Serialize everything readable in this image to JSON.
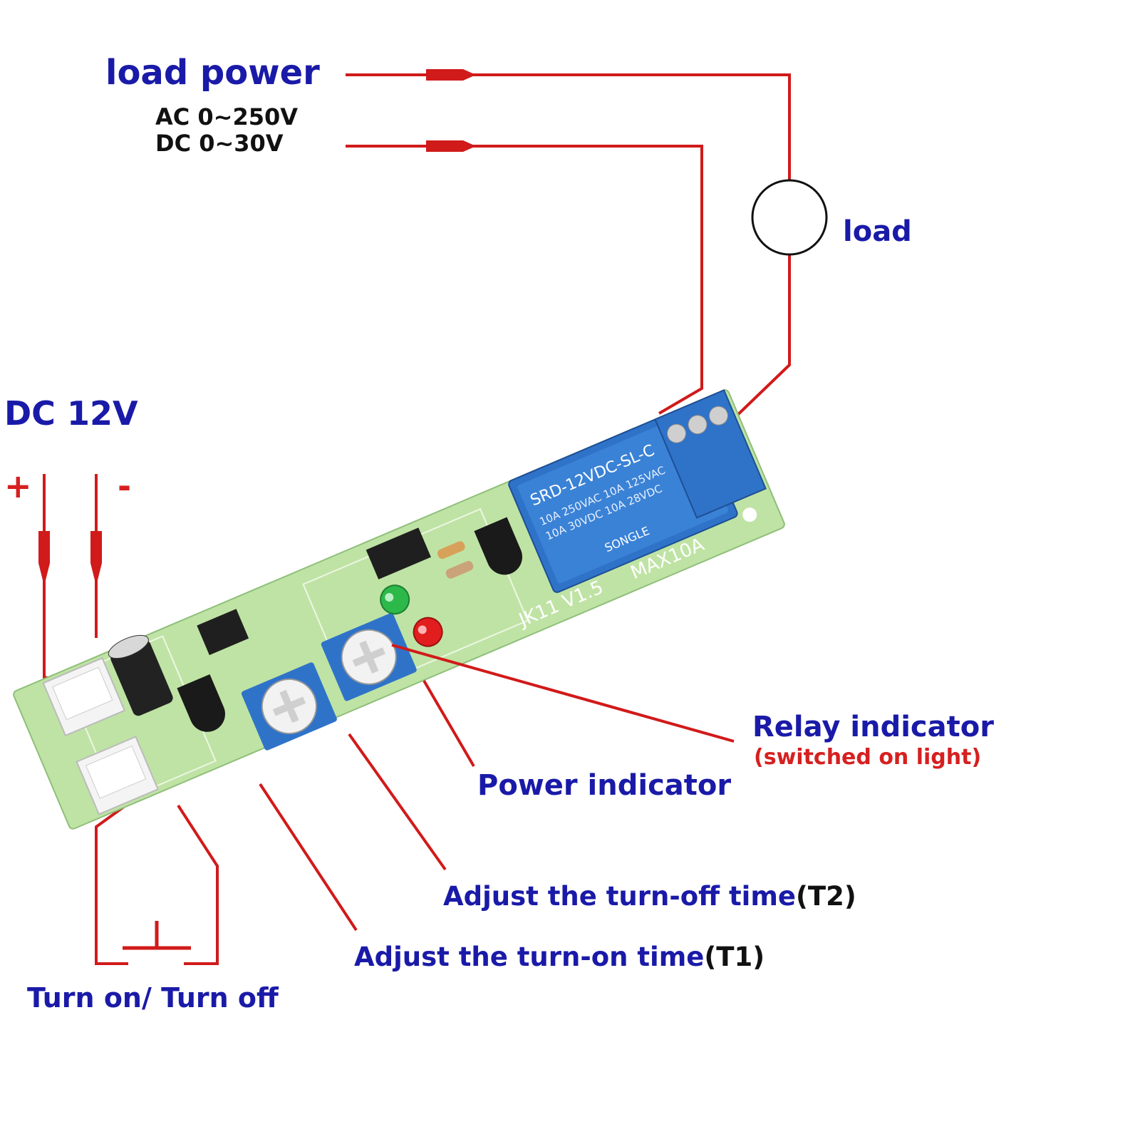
{
  "labels": {
    "load_power": "load power",
    "ac_range": "AC 0~250V",
    "dc_range": "DC 0~30V",
    "load": "load",
    "dc_supply": "DC 12V",
    "plus": "+",
    "minus": "-",
    "relay_indicator": "Relay indicator",
    "relay_indicator_note": "(switched on light)",
    "power_indicator": "Power indicator",
    "adjust_off_prefix": "Adjust the turn-off time",
    "adjust_off_suffix": "(T2)",
    "adjust_on_prefix": "Adjust the turn-on time",
    "adjust_on_suffix": "(T1)",
    "turn_on_off": "Turn on/ Turn off"
  },
  "board": {
    "relay_model": "SRD-12VDC-SL-C",
    "relay_rating_1": "10A 250VAC 10A 125VAC",
    "relay_rating_2": "10A 30VDC 10A 28VDC",
    "relay_brand": "SONGLE",
    "board_model": "JK11 V1.5",
    "max_rating": "MAX10A"
  },
  "colors": {
    "wire": "#d11a1a",
    "label_blue": "#1a1aa8",
    "pcb_green": "#bfe3a4",
    "relay_blue": "#2f73c9",
    "led_green": "#2db84a",
    "led_red": "#e11d1d"
  }
}
